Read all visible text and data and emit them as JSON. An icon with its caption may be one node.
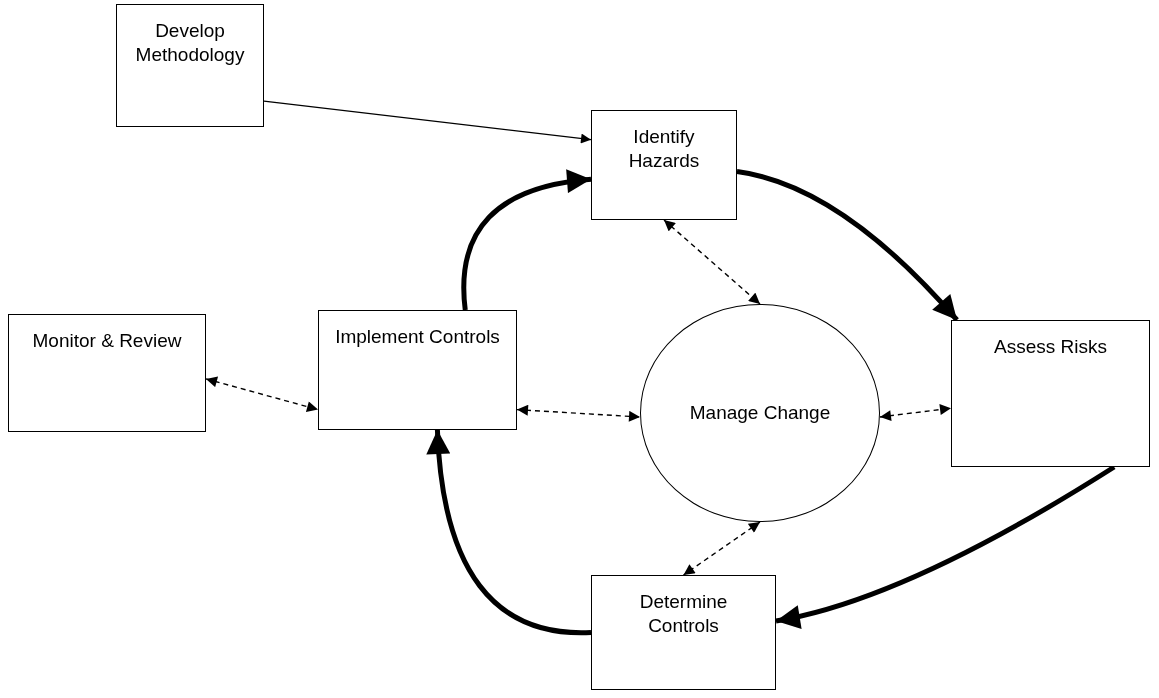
{
  "diagram": {
    "nodes": [
      {
        "text": [
          "Develop Methodology"
        ]
      },
      {
        "text": [
          "Identify Hazards"
        ]
      },
      {
        "text": [
          "Monitor & Review"
        ]
      },
      {
        "text": [
          "Implement Controls"
        ]
      },
      {
        "text": [
          "Manage Change"
        ]
      },
      {
        "text": [
          "Assess Risks"
        ]
      },
      {
        "text": [
          "Determine Controls"
        ]
      }
    ],
    "edges": [
      {
        "from": 0,
        "to": 1,
        "arrow": "to"
      },
      {
        "from": 1,
        "to": 5,
        "arrow": "to",
        "style": "thick"
      },
      {
        "from": 5,
        "to": 6,
        "arrow": "to",
        "style": "thick"
      },
      {
        "from": 6,
        "to": 3,
        "arrow": "to",
        "style": "thick"
      },
      {
        "from": 3,
        "to": 1,
        "arrow": "to",
        "style": "thick"
      },
      {
        "from": 1,
        "to": 4,
        "arrow": "both",
        "style": "dashed"
      },
      {
        "from": 3,
        "to": 4,
        "arrow": "both",
        "style": "dashed"
      },
      {
        "from": 4,
        "to": 5,
        "arrow": "both",
        "style": "dashed"
      },
      {
        "from": 4,
        "to": 6,
        "arrow": "both",
        "style": "dashed"
      },
      {
        "from": 2,
        "to": 3,
        "arrow": "both",
        "style": "dashed"
      }
    ]
  }
}
